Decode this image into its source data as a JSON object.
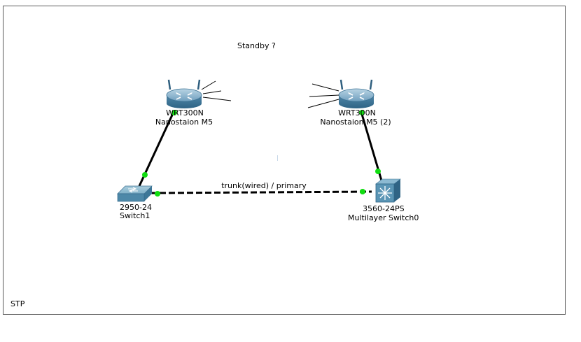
{
  "canvas": {
    "note": "Standby ?",
    "footer": "STP"
  },
  "devices": {
    "router1": {
      "model": "WRT300N",
      "name": "Nanostaion M5"
    },
    "router2": {
      "model": "WRT300N",
      "name": "Nanostaion M5 (2)"
    },
    "switch1": {
      "model": "2950-24",
      "name": "Switch1"
    },
    "mlswitch0": {
      "model": "3560-24PS",
      "name": "Multilayer Switch0"
    }
  },
  "links": {
    "trunk_label": "trunk(wired) / primary"
  },
  "colors": {
    "router_body": "#5b8fb0",
    "switch_body": "#6fa3bd",
    "link": "#000000",
    "port_up": "#11dd11"
  }
}
